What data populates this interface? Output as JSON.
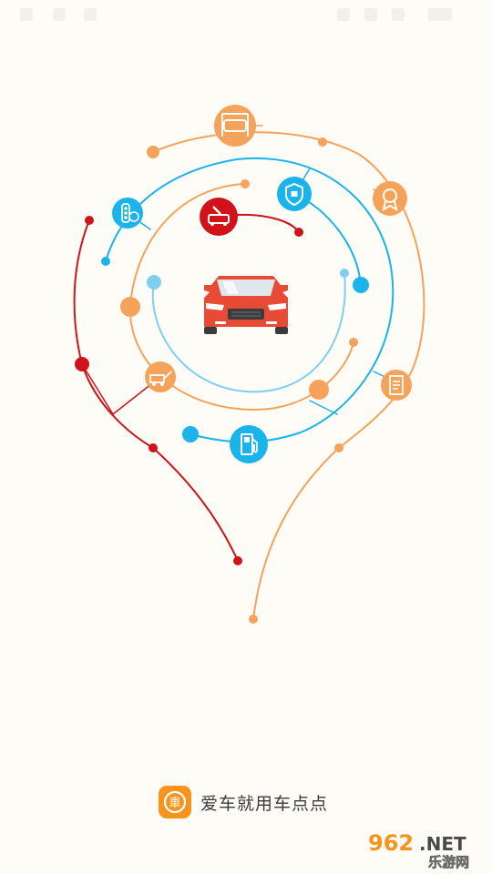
{
  "app": {
    "slogan": "爱车就用车点点",
    "logo_glyph": "車",
    "logo_color": "#f7941d"
  },
  "colors": {
    "orange": "#f5a35a",
    "blue": "#1ab3ea",
    "light_blue": "#7fd0f0",
    "red": "#d0131b",
    "car_red": "#e84b35"
  },
  "service_icons": [
    {
      "name": "car-wash-icon",
      "color": "orange"
    },
    {
      "name": "traffic-light-icon",
      "color": "blue"
    },
    {
      "name": "car-repair-icon",
      "color": "red"
    },
    {
      "name": "insurance-shield-icon",
      "color": "blue"
    },
    {
      "name": "award-badge-icon",
      "color": "orange"
    },
    {
      "name": "tow-truck-icon",
      "color": "orange"
    },
    {
      "name": "document-icon",
      "color": "orange"
    },
    {
      "name": "fuel-pump-icon",
      "color": "blue"
    }
  ],
  "watermark": {
    "brand_number": "962",
    "brand_suffix": ".NET",
    "brand_cn": "乐游网"
  }
}
